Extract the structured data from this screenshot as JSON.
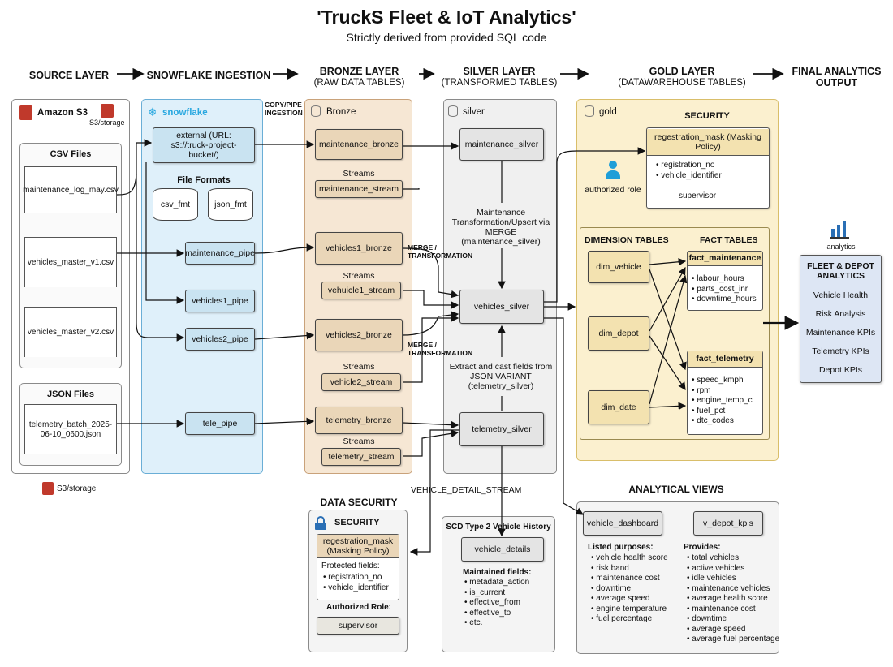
{
  "title": "'TruckS Fleet & IoT Analytics'",
  "subtitle": "Strictly derived from provided SQL code",
  "layers": {
    "source": "SOURCE LAYER",
    "ingestion": "SNOWFLAKE INGESTION",
    "bronze": "BRONZE LAYER",
    "bronze_sub": "(RAW DATA TABLES)",
    "silver": "SILVER LAYER",
    "silver_sub": "(TRANSFORMED TABLES)",
    "gold": "GOLD LAYER",
    "gold_sub": "(DATAWAREHOUSE TABLES)",
    "output": "FINAL ANALYTICS",
    "output_sub": "OUTPUT"
  },
  "source": {
    "s3_label": "Amazon S3",
    "s3_storage": "S3/storage",
    "csv_title": "CSV Files",
    "csv_files": [
      "maintenance_log_may.csv",
      "vehicles_master_v1.csv",
      "vehicles_master_v2.csv"
    ],
    "json_title": "JSON Files",
    "json_file": "telemetry_batch_2025-06-10_0600.json",
    "bottom_storage": "S3/storage"
  },
  "ingestion": {
    "brand": "snowflake",
    "copy_pipe": "COPY/PIPE INGESTION",
    "external": "external (URL: s3://truck-project-bucket/)",
    "file_formats": "File Formats",
    "csv_fmt": "csv_fmt",
    "json_fmt": "json_fmt",
    "pipes": [
      "maintenance_pipe",
      "vehicles1_pipe",
      "vehicles2_pipe",
      "tele_pipe"
    ]
  },
  "bronze": {
    "name": "Bronze",
    "tables": [
      "maintenance_bronze",
      "vehicles1_bronze",
      "vehicles2_bronze",
      "telemetry_bronze"
    ],
    "streams_label": "Streams",
    "streams": [
      "maintenance_stream",
      "vehuicle1_stream",
      "vehicle2_stream",
      "telemetry_stream"
    ]
  },
  "silver": {
    "name": "silver",
    "tables": [
      "maintenance_silver",
      "vehicles_silver",
      "telemetry_silver"
    ],
    "merge_label": "Maintenance Transformation/Upsert via MERGE (maintenance_silver)",
    "merge_transform": "MERGE / TRANSFORMATION",
    "json_extract": "Extract and cast fields from JSON VARIANT (telemetry_silver)",
    "vds": "VEHICLE_DETAIL_STREAM"
  },
  "gold": {
    "name": "gold",
    "security_title": "SECURITY",
    "mask_title": "regestration_mask (Masking Policy)",
    "mask_fields": [
      "registration_no",
      "vehicle_identifier"
    ],
    "mask_role": "supervisor",
    "auth_role": "authorized role",
    "dim_title": "DIMENSION TABLES",
    "fact_title": "FACT TABLES",
    "dims": [
      "dim_vehicle",
      "dim_depot",
      "dim_date"
    ],
    "fact_maintenance": {
      "name": "fact_maintenance",
      "fields": [
        "labour_hours",
        "parts_cost_inr",
        "downtime_hours"
      ]
    },
    "fact_telemetry": {
      "name": "fact_telemetry",
      "fields": [
        "speed_kmph",
        "rpm",
        "engine_temp_c",
        "fuel_pct",
        "dtc_codes"
      ]
    }
  },
  "output": {
    "icon_label": "analytics",
    "title": "FLEET & DEPOT ANALYTICS",
    "items": [
      "Vehicle Health",
      "Risk Analysis",
      "Maintenance KPIs",
      "Telemetry KPIs",
      "Depot KPIs"
    ]
  },
  "data_security": {
    "heading": "DATA SECURITY",
    "title": "SECURITY",
    "mask": "regestration_mask (Masking Policy)",
    "protected_label": "Protected fields:",
    "fields": [
      "registration_no",
      "vehicle_identifier"
    ],
    "role_label": "Authorized Role:",
    "role": "supervisor"
  },
  "scd": {
    "title": "SCD Type 2 Vehicle History",
    "table": "vehicle_details",
    "fields_label": "Maintained fields:",
    "fields": [
      "metadata_action",
      "is_current",
      "effective_from",
      "effective_to",
      "etc."
    ]
  },
  "views": {
    "title": "ANALYTICAL VIEWS",
    "dashboard": "vehicle_dashboard",
    "depot": "v_depot_kpis",
    "purposes_label": "Listed purposes:",
    "purposes": [
      "vehicle health score",
      "risk band",
      "maintenance cost",
      "downtime",
      "average speed",
      "engine temperature",
      "fuel percentage"
    ],
    "provides_label": "Provides:",
    "provides": [
      "total vehicles",
      "active vehicles",
      "idle vehicles",
      "maintenance vehicles",
      "average health score",
      "maintenance cost",
      "downtime",
      "average speed",
      "average fuel percentage"
    ]
  }
}
